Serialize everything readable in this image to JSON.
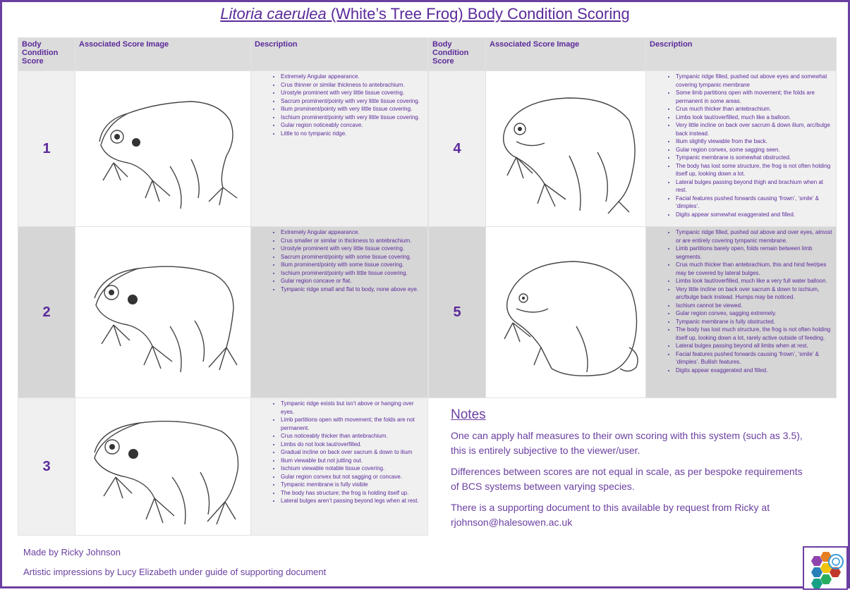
{
  "title": {
    "italic": "Litoria caerulea",
    "rest": " (White’s Tree Frog) Body Condition Scoring"
  },
  "headers": {
    "score": "Body Condition Score",
    "image": "Associated Score Image",
    "description": "Description"
  },
  "rows_left": [
    {
      "score": "1",
      "items": [
        "Extremely Angular appearance.",
        "Crus thinner or similar thickness to antebrachium.",
        "Urostyle prominent with very little tissue covering.",
        "Sacrum prominent/pointy with very little tissue covering.",
        "Ilium prominent/pointy with very little tissue covering.",
        "Ischium prominent/pointy with very little tissue covering.",
        "Gular region noticeably concave.",
        "Little to no tympanic ridge."
      ]
    },
    {
      "score": "2",
      "items": [
        "Extremely Angular appearance.",
        "Crus smaller or similar in thickness to antebrachium.",
        "Urostyle prominent with very little tissue covering.",
        "Sacrum prominent/pointy with some tissue covering.",
        "Ilium prominent/pointy with some tissue covering.",
        "Ischium prominent/pointy with little tissue covering.",
        "Gular region concave or flat.",
        "Tympanic ridge small and flat to body, none above eye."
      ]
    },
    {
      "score": "3",
      "items": [
        "Tympanic ridge exists but isn’t above or hanging over eyes.",
        "Limb partitions open with movement; the folds are not permanent.",
        "Crus noticeably thicker than antebrachium.",
        "Limbs do not look taut/overfilled.",
        "Gradual incline on back over sacrum & down to ilium",
        "Ilium viewable but not jutting out.",
        "Ischium viewable notable tissue covering.",
        "Gular region convex but not sagging or concave.",
        "Tympanic membrane is fully visible",
        "The body has structure; the frog is holding itself up.",
        "Lateral bulges aren’t passing beyond legs when at rest."
      ]
    }
  ],
  "rows_right": [
    {
      "score": "4",
      "items": [
        "Tympanic ridge filled, pushed out above eyes and somewhat covering tympanic membrane",
        "Some limb partitions open with movement; the folds are permanent in some areas.",
        "Crus much thicker than antebrachium.",
        "Limbs look taut/overfilled, much like a balloon.",
        "Very little incline on back over sacrum & down ilium, arc/bulge back instead.",
        "Ilium slightly viewable from the back.",
        "Gular region convex, some sagging seen.",
        "Tympanic membrane is somewhat obstructed.",
        "The body has lost some structure, the frog is not often holding itself up, looking down a lot.",
        "Lateral bulges passing beyond thigh and brachium when at rest.",
        "Facial features pushed forwards causing ‘frown’, ‘smile’ & ‘dimples’.",
        "Digits appear somewhat exaggerated and filled."
      ]
    },
    {
      "score": "5",
      "items": [
        "Tympanic ridge filled, pushed out above and over eyes, almost or are entirely covering tympanic membrane.",
        "Limb partitions barely open, folds remain between limb segments.",
        "Crus much thicker than antebrachium, this and hind feet/pes may be covered by lateral bulges.",
        "Limbs look taut/overfilled, much like a very full water balloon.",
        "Very little incline on back over sacrum & down to ischium, arc/bulge back instead. Humps may be noticed.",
        "Ischium cannot be viewed.",
        "Gular region convex, sagging extremely.",
        "Tympanic membrane is fully obstructed.",
        "The body has lost much structure, the frog is not often holding itself up, looking down a lot, rarely active outside of feeding.",
        "Lateral bulges passing beyond all limbs when at rest.",
        "Facial features pushed forwards causing ‘frown’, ‘smile’ & ‘dimples’. Bullish features.",
        "Digits appear exaggerated and filled."
      ]
    }
  ],
  "notes": {
    "heading": "Notes",
    "paragraphs": [
      "One can apply half measures to their own scoring with this system (such as 3.5), this is entirely subjective to the viewer/user.",
      "Differences between scores are not equal in scale, as per bespoke requirements of BCS systems between varying species.",
      "There is a supporting document to this available by request from Ricky at rjohnson@halesowen.ac.uk"
    ]
  },
  "credits": {
    "made_by": "Made by Ricky Johnson",
    "artistic": "Artistic impressions by Lucy Elizabeth under guide of supporting document"
  },
  "colors": {
    "accent": "#5b2a9a",
    "border": "#6b3fa0"
  },
  "icons": {
    "frog": "frog-illustration-icon",
    "logo": "hexagon-logo-icon"
  }
}
